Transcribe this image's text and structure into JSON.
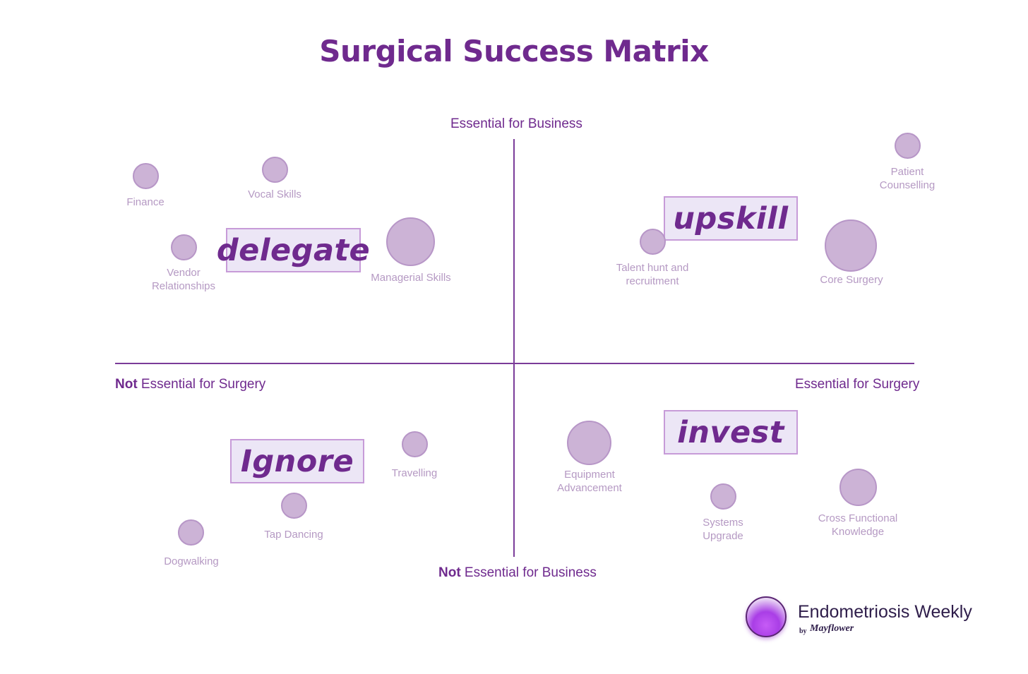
{
  "title": "Surgical Success Matrix",
  "axes": {
    "top": "Essential for Business",
    "bottom_emph": "Not",
    "bottom_rest": " Essential for Business",
    "left_emph": "Not",
    "left_rest": " Essential for Surgery",
    "right": "Essential for Surgery"
  },
  "quadrants": {
    "top_left": "delegate",
    "top_right": "upskill",
    "bottom_left": "Ignore",
    "bottom_right": "invest"
  },
  "items": {
    "finance": "Finance",
    "vocal_skills": "Vocal Skills",
    "vendor_relationships_1": "Vendor",
    "vendor_relationships_2": "Relationships",
    "managerial_skills": "Managerial Skills",
    "patient_counselling_1": "Patient",
    "patient_counselling_2": "Counselling",
    "talent_hunt_1": "Talent hunt and",
    "talent_hunt_2": "recruitment",
    "core_surgery": "Core Surgery",
    "travelling": "Travelling",
    "tap_dancing": "Tap Dancing",
    "dogwalking": "Dogwalking",
    "equipment_1": "Equipment",
    "equipment_2": "Advancement",
    "systems_1": "Systems",
    "systems_2": "Upgrade",
    "cross_functional_1": "Cross Functional",
    "cross_functional_2": "Knowledge"
  },
  "branding": {
    "name": "Endometriosis Weekly",
    "by": "by",
    "brand": "Mayflower"
  },
  "colors": {
    "accent": "#6f2a8e",
    "bubble_fill": "#ccb3d6",
    "bubble_stroke": "#b796c7",
    "quadrant_fill": "#ece6f6",
    "quadrant_stroke": "#c79bd8",
    "item_label": "#b599c3"
  }
}
